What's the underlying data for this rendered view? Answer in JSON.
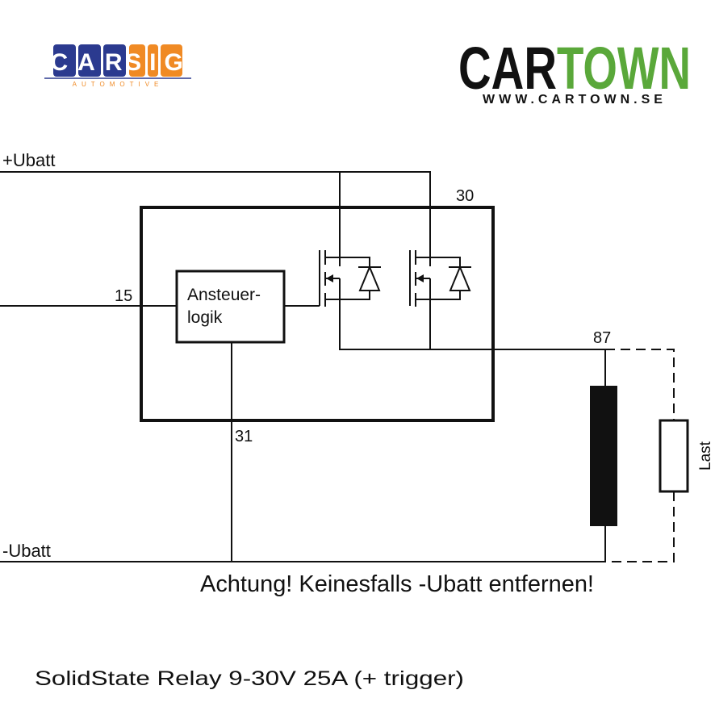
{
  "logos": {
    "carsig": {
      "word_left": "CAR",
      "word_right": "SIG",
      "tagline": "AUTOMOTIVE",
      "color_left": "#2b3a8f",
      "color_right": "#f08a24"
    },
    "cartown": {
      "word_left": "CAR",
      "word_right": "TOWN",
      "url": "WWW.CARTOWN.SE",
      "color_left": "#111111",
      "color_right": "#5aa83a"
    }
  },
  "diagram": {
    "ubatt_plus": "+Ubatt",
    "ubatt_minus": "-Ubatt",
    "terminal_30": "30",
    "terminal_15": "15",
    "terminal_87": "87",
    "terminal_31": "31",
    "logic_block_line1": "Ansteuer-",
    "logic_block_line2": "logik",
    "load_label": "Last",
    "warning": "Achtung! Keinesfalls -Ubatt entfernen!"
  },
  "caption": "SolidState Relay 9-30V 25A  (+ trigger)"
}
